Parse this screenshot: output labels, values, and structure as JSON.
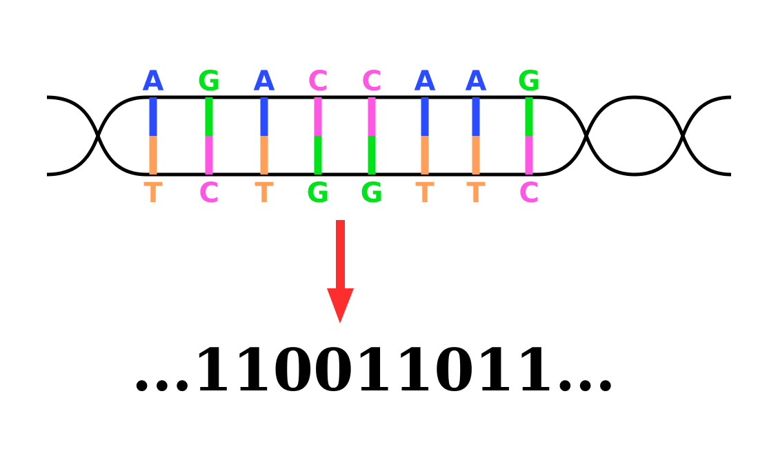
{
  "colors": {
    "A": "#2a4bff",
    "T": "#ff9f5a",
    "G": "#00e21a",
    "C": "#ff57e3",
    "strand": "#000000",
    "arrow": "#ff2e2e"
  },
  "top_bases": [
    "A",
    "G",
    "A",
    "C",
    "C",
    "A",
    "A",
    "G"
  ],
  "bottom_bases": [
    "T",
    "C",
    "T",
    "G",
    "G",
    "T",
    "T",
    "C"
  ],
  "binary_output": "...110011011..."
}
